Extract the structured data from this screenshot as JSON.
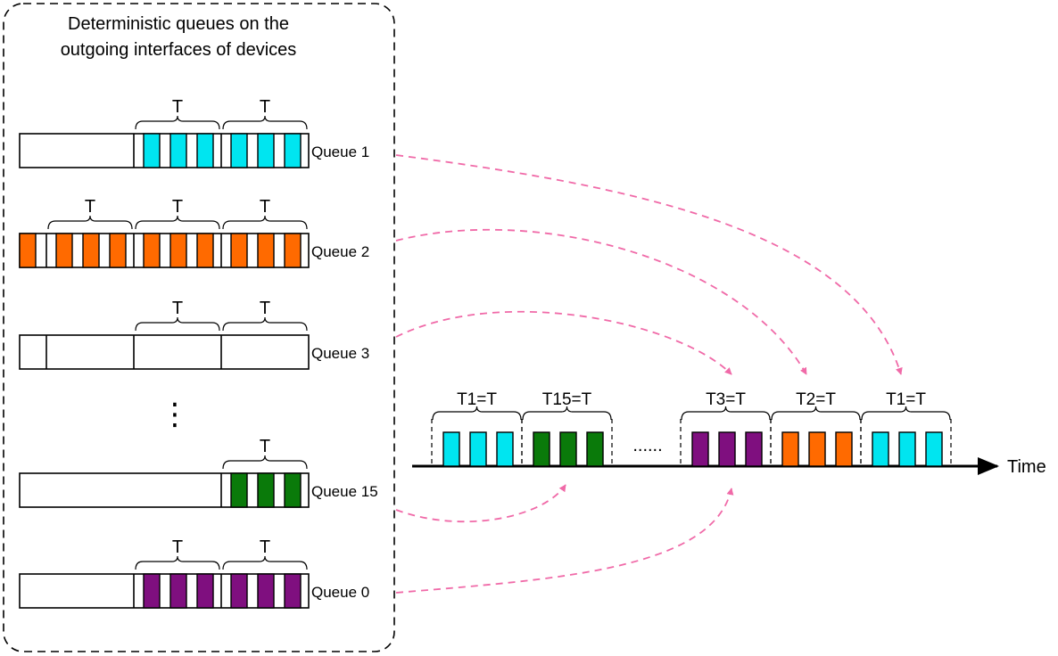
{
  "panel": {
    "title_line1": "Deterministic queues on the",
    "title_line2": "outgoing interfaces of devices"
  },
  "colors": {
    "queue1": "#00e5f0",
    "queue2": "#ff6a00",
    "queue15": "#0a7a0a",
    "queue0": "#7f0f7f",
    "arrow": "#f06aa8",
    "outline": "#000000"
  },
  "period_label": "T",
  "vertical_ellipsis": "⋮",
  "queues": [
    {
      "id": "q1",
      "label": "Queue 1",
      "color_key": "queue1",
      "periods": 2,
      "filled_periods": 2,
      "lead_divider": false
    },
    {
      "id": "q2",
      "label": "Queue 2",
      "color_key": "queue2",
      "periods": 3,
      "filled_periods": 3,
      "lead_divider": false
    },
    {
      "id": "q3",
      "label": "Queue 3",
      "color_key": "queue1",
      "periods": 2,
      "filled_periods": 0,
      "lead_divider": true
    },
    {
      "id": "q15",
      "label": "Queue 15",
      "color_key": "queue15",
      "periods": 1,
      "filled_periods": 1,
      "lead_divider": false
    },
    {
      "id": "q0",
      "label": "Queue 0",
      "color_key": "queue0",
      "periods": 2,
      "filled_periods": 2,
      "lead_divider": false
    }
  ],
  "timeline": {
    "axis_label": "Time",
    "ellipsis": "......",
    "slots": [
      {
        "label": "T1=T",
        "color_key": "queue1"
      },
      {
        "label": "T15=T",
        "color_key": "queue15"
      },
      {
        "label": "T3=T",
        "color_key": "queue0"
      },
      {
        "label": "T2=T",
        "color_key": "queue2"
      },
      {
        "label": "T1=T",
        "color_key": "queue1"
      }
    ]
  }
}
